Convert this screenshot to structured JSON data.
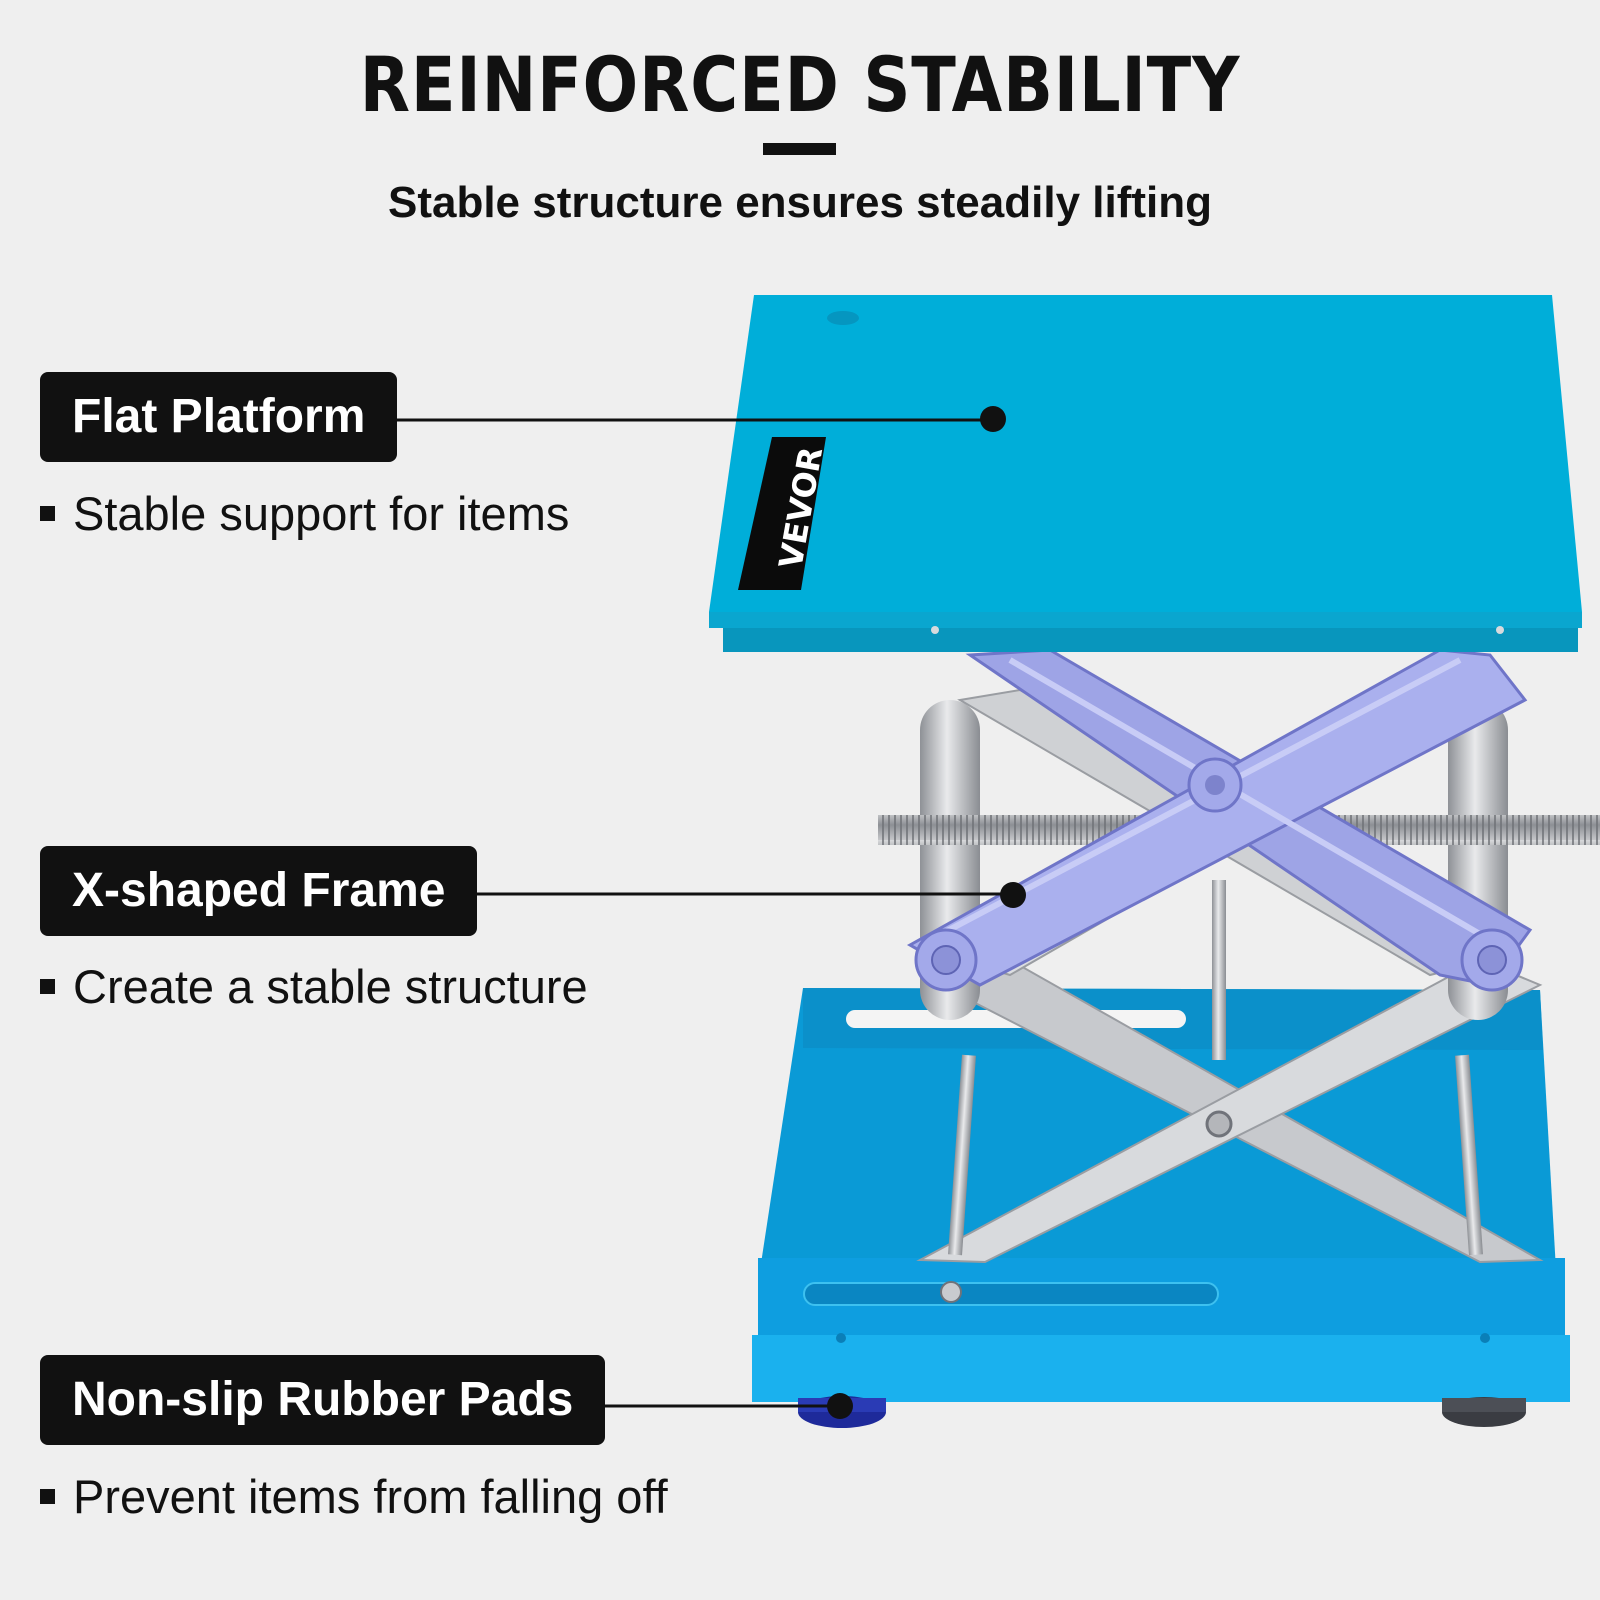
{
  "header": {
    "title": "REINFORCED STABILITY",
    "subtitle": "Stable structure ensures steadily lifting"
  },
  "features": [
    {
      "label": "Flat Platform",
      "description": "Stable support for items"
    },
    {
      "label": "X-shaped Frame",
      "description": "Create a stable structure"
    },
    {
      "label": "Non-slip Rubber Pads",
      "description": "Prevent items from falling off"
    }
  ],
  "product": {
    "brand": "VEVOR",
    "colors": {
      "platform": "#00aed9",
      "base": "#0fa6e6",
      "frame": "#b9bcc2",
      "highlight_frame": "#9ea4e6"
    }
  }
}
